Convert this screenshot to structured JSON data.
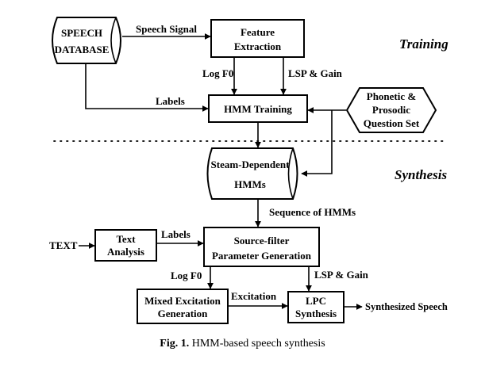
{
  "stages": {
    "training": "Training",
    "synthesis": "Synthesis"
  },
  "nodes": {
    "speech_database": [
      "SPEECH",
      "DATABASE"
    ],
    "feature_extraction": [
      "Feature",
      "Extraction"
    ],
    "hmm_training": "HMM Training",
    "question_set": [
      "Phonetic &",
      "Prosodic",
      "Question Set"
    ],
    "state_dependent_hmms": [
      "Steam-Dependent",
      "HMMs"
    ],
    "text_input": "TEXT",
    "text_analysis": [
      "Text",
      "Analysis"
    ],
    "parameter_generation": [
      "Source-filter",
      "Parameter Generation"
    ],
    "mixed_excitation": [
      "Mixed Excitation",
      "Generation"
    ],
    "lpc_synthesis": [
      "LPC",
      "Synthesis"
    ],
    "output": "Synthesized Speech"
  },
  "edge_labels": {
    "speech_signal": "Speech Signal",
    "log_f0_train": "Log F0",
    "lsp_gain_train": "LSP & Gain",
    "labels_train": "Labels",
    "sequence_of_hmms": "Sequence of HMMs",
    "labels_synth": "Labels",
    "log_f0_synth": "Log F0",
    "lsp_gain_synth": "LSP & Gain",
    "excitation": "Excitation"
  },
  "caption": {
    "figure_label": "Fig. 1.",
    "text": "HMM-based speech synthesis"
  }
}
